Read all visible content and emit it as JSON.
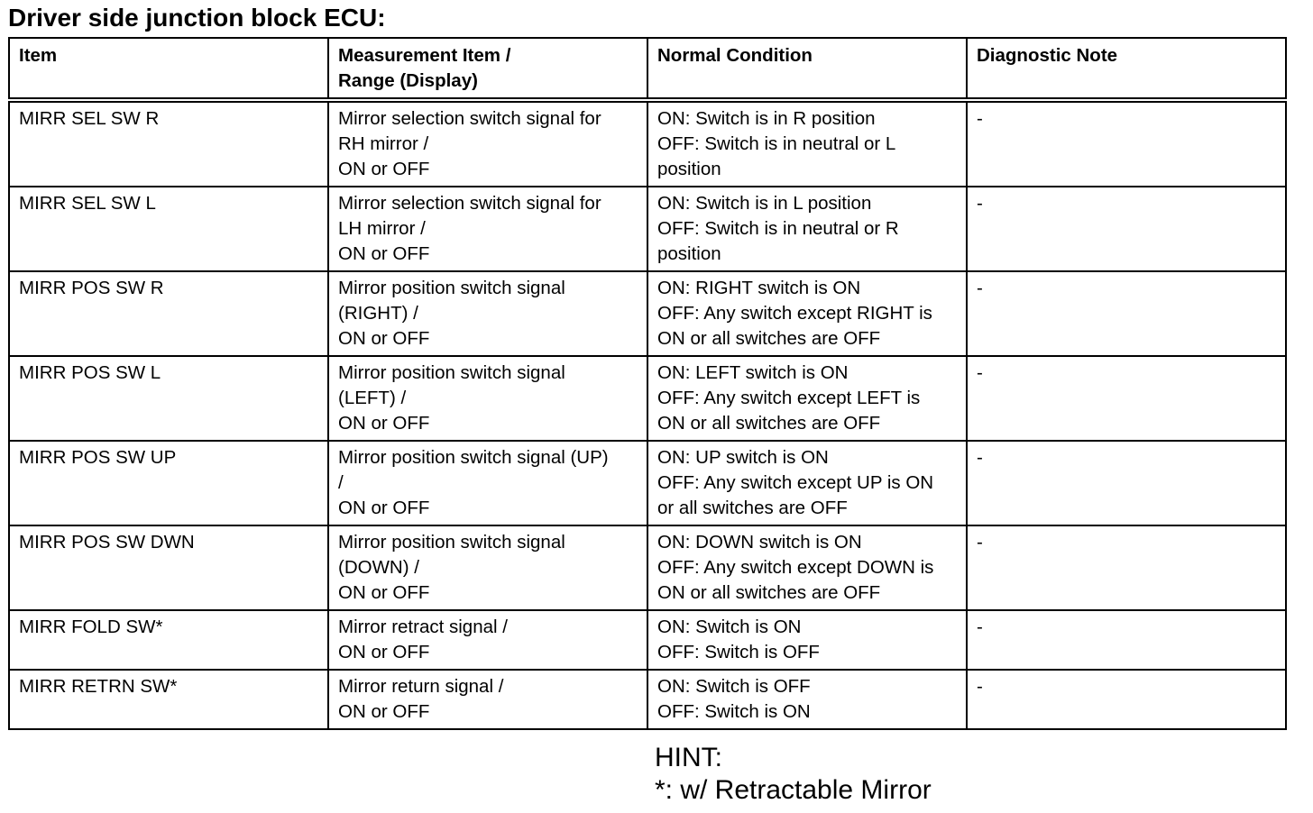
{
  "title": "Driver side junction block ECU:",
  "table": {
    "headers": [
      [
        "Item"
      ],
      [
        "Measurement Item /",
        "Range (Display)"
      ],
      [
        "Normal Condition"
      ],
      [
        "Diagnostic Note"
      ]
    ],
    "rows": [
      {
        "item": [
          "MIRR SEL SW R"
        ],
        "measurement": [
          "Mirror selection switch signal for",
          "RH mirror /",
          "ON or OFF"
        ],
        "condition": [
          "ON: Switch is in R position",
          "OFF: Switch is in neutral or L",
          "position"
        ],
        "note": [
          "-"
        ]
      },
      {
        "item": [
          "MIRR SEL SW L"
        ],
        "measurement": [
          "Mirror selection switch signal for",
          "LH mirror /",
          "ON or OFF"
        ],
        "condition": [
          "ON: Switch is in L position",
          "OFF: Switch is in neutral or R",
          "position"
        ],
        "note": [
          "-"
        ]
      },
      {
        "item": [
          "MIRR POS SW R"
        ],
        "measurement": [
          "Mirror position switch signal",
          "(RIGHT) /",
          "ON or OFF"
        ],
        "condition": [
          "ON: RIGHT switch is ON",
          "OFF: Any switch except RIGHT is",
          "ON or all switches are OFF"
        ],
        "note": [
          "-"
        ]
      },
      {
        "item": [
          "MIRR POS SW L"
        ],
        "measurement": [
          "Mirror position switch signal",
          "(LEFT) /",
          "ON or OFF"
        ],
        "condition": [
          "ON: LEFT switch is ON",
          "OFF: Any switch except LEFT is",
          "ON or all switches are OFF"
        ],
        "note": [
          "-"
        ]
      },
      {
        "item": [
          "MIRR POS SW UP"
        ],
        "measurement": [
          "Mirror position switch signal (UP)",
          "/",
          "ON or OFF"
        ],
        "condition": [
          "ON: UP switch is ON",
          "OFF: Any switch except UP is ON",
          "or all switches are OFF"
        ],
        "note": [
          "-"
        ]
      },
      {
        "item": [
          "MIRR POS SW DWN"
        ],
        "measurement": [
          "Mirror position switch signal",
          "(DOWN) /",
          "ON or OFF"
        ],
        "condition": [
          "ON: DOWN switch is ON",
          "OFF: Any switch except DOWN is",
          "ON or all switches are OFF"
        ],
        "note": [
          "-"
        ]
      },
      {
        "item": [
          "MIRR FOLD SW*"
        ],
        "measurement": [
          "Mirror retract signal /",
          "ON or OFF"
        ],
        "condition": [
          "ON: Switch is ON",
          "OFF: Switch is OFF"
        ],
        "note": [
          "-"
        ]
      },
      {
        "item": [
          "MIRR RETRN SW*"
        ],
        "measurement": [
          "Mirror return signal /",
          "ON or OFF"
        ],
        "condition": [
          "ON: Switch is OFF",
          "OFF: Switch is ON"
        ],
        "note": [
          "-"
        ]
      }
    ]
  },
  "hint": {
    "label": "HINT:",
    "text": "*: w/ Retractable Mirror"
  }
}
